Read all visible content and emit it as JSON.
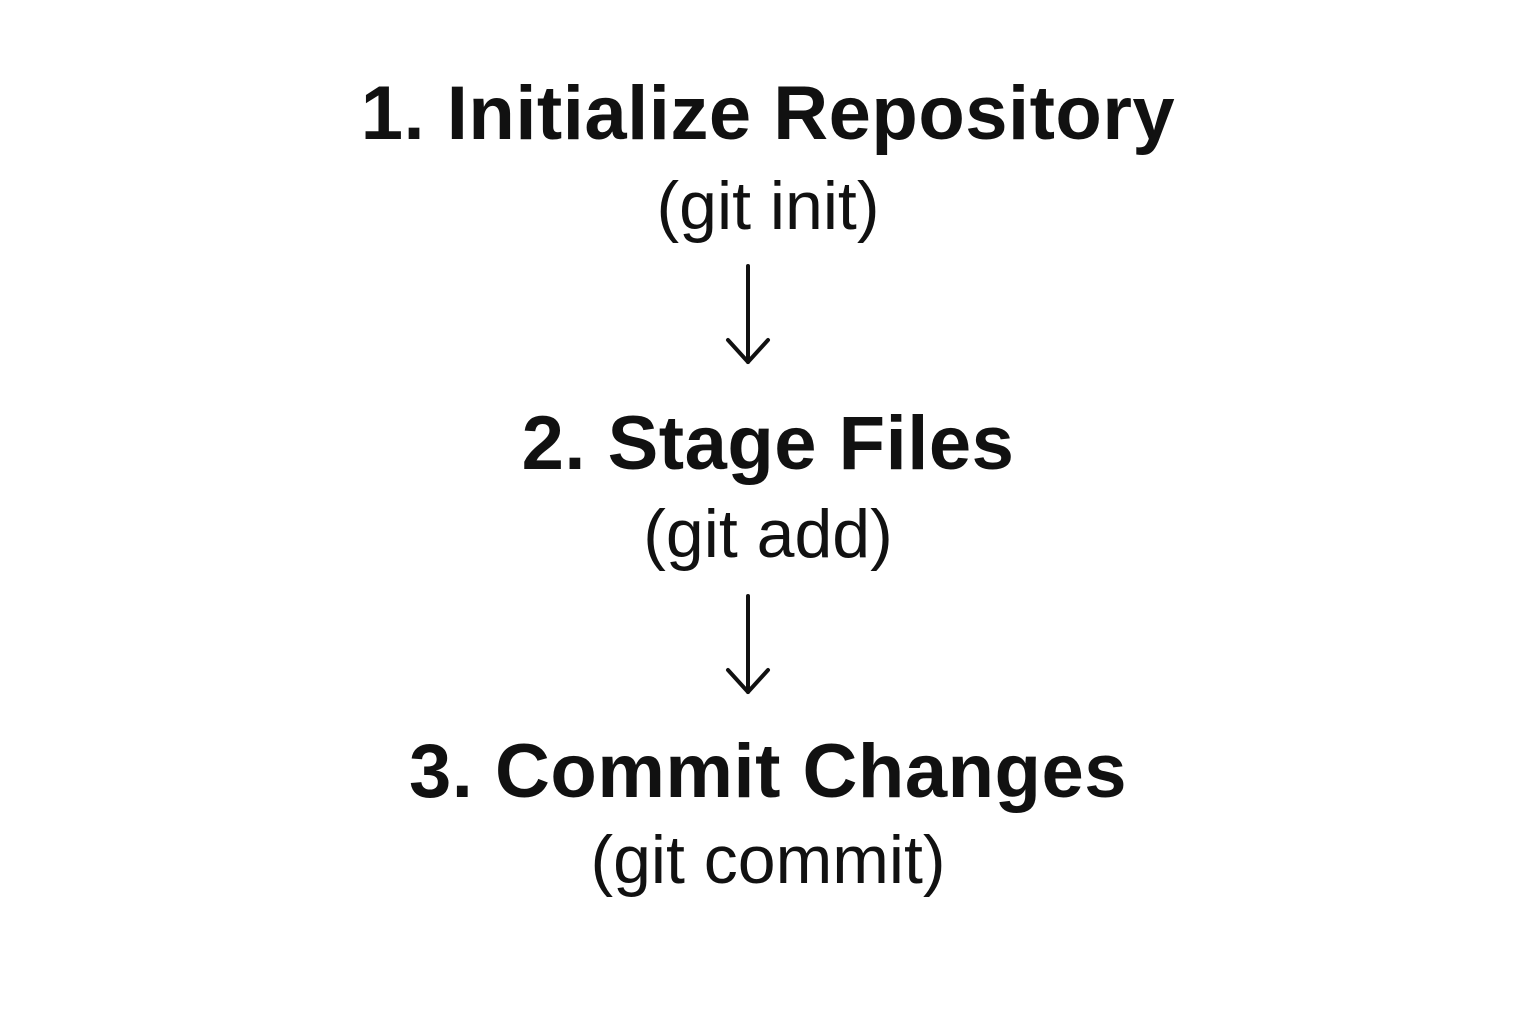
{
  "steps": [
    {
      "title": "1. Initialize Repository",
      "command": "(git init)"
    },
    {
      "title": "2. Stage Files",
      "command": "(git add)"
    },
    {
      "title": "3. Commit Changes",
      "command": "(git commit)"
    }
  ],
  "arrows": [
    {
      "icon": "arrow-down-icon"
    },
    {
      "icon": "arrow-down-icon"
    }
  ],
  "colors": {
    "background": "#ffffff",
    "text": "#111111"
  }
}
